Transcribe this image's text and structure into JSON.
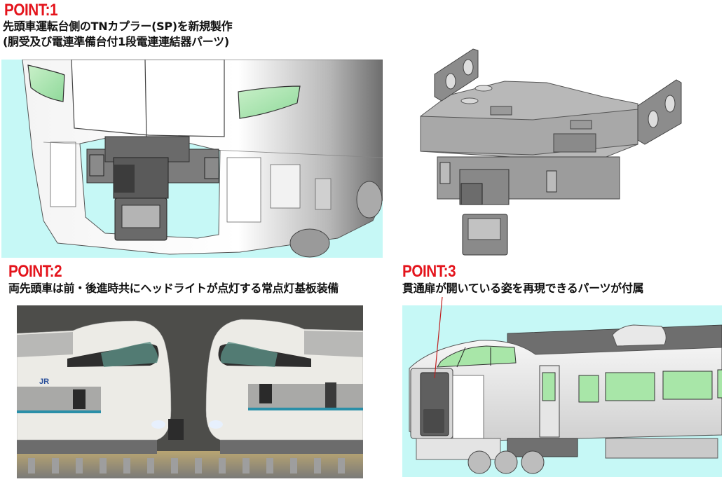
{
  "points": [
    {
      "id": 1,
      "title": "POINT:1",
      "description_lines": [
        "先頭車運転台側のTNカプラー(SP)を新規製作",
        "(胴受及び電連準備台付1段電連連結器パーツ)"
      ],
      "images": [
        {
          "name": "cab-front-coupler-render",
          "subject": "3D render of cab front with TN coupler (SP)"
        },
        {
          "name": "tn-coupler-part-render",
          "subject": "3D render of TN coupler part (SP)"
        }
      ]
    },
    {
      "id": 2,
      "title": "POINT:2",
      "description_lines": [
        "両先頭車は前・後進時共にヘッドライトが点灯する常点灯基板装備"
      ],
      "images": [
        {
          "name": "coupled-cab-cars-photo",
          "subject": "Photo of two coupled lead cars with headlights lit",
          "logo_text": "JR"
        }
      ]
    },
    {
      "id": 3,
      "title": "POINT:3",
      "description_lines": [
        "貫通扉が開いている姿を再現できるパーツが付属"
      ],
      "images": [
        {
          "name": "open-gangway-door-render",
          "subject": "3D render of lead car with gangway door open"
        }
      ]
    }
  ],
  "colors": {
    "title_red": "#e4141c",
    "render_background": "#c6f8f6",
    "window_green": "#a8e6a8",
    "pointer_line": "#c02020",
    "stripe_blue": "#2a8fa8"
  }
}
